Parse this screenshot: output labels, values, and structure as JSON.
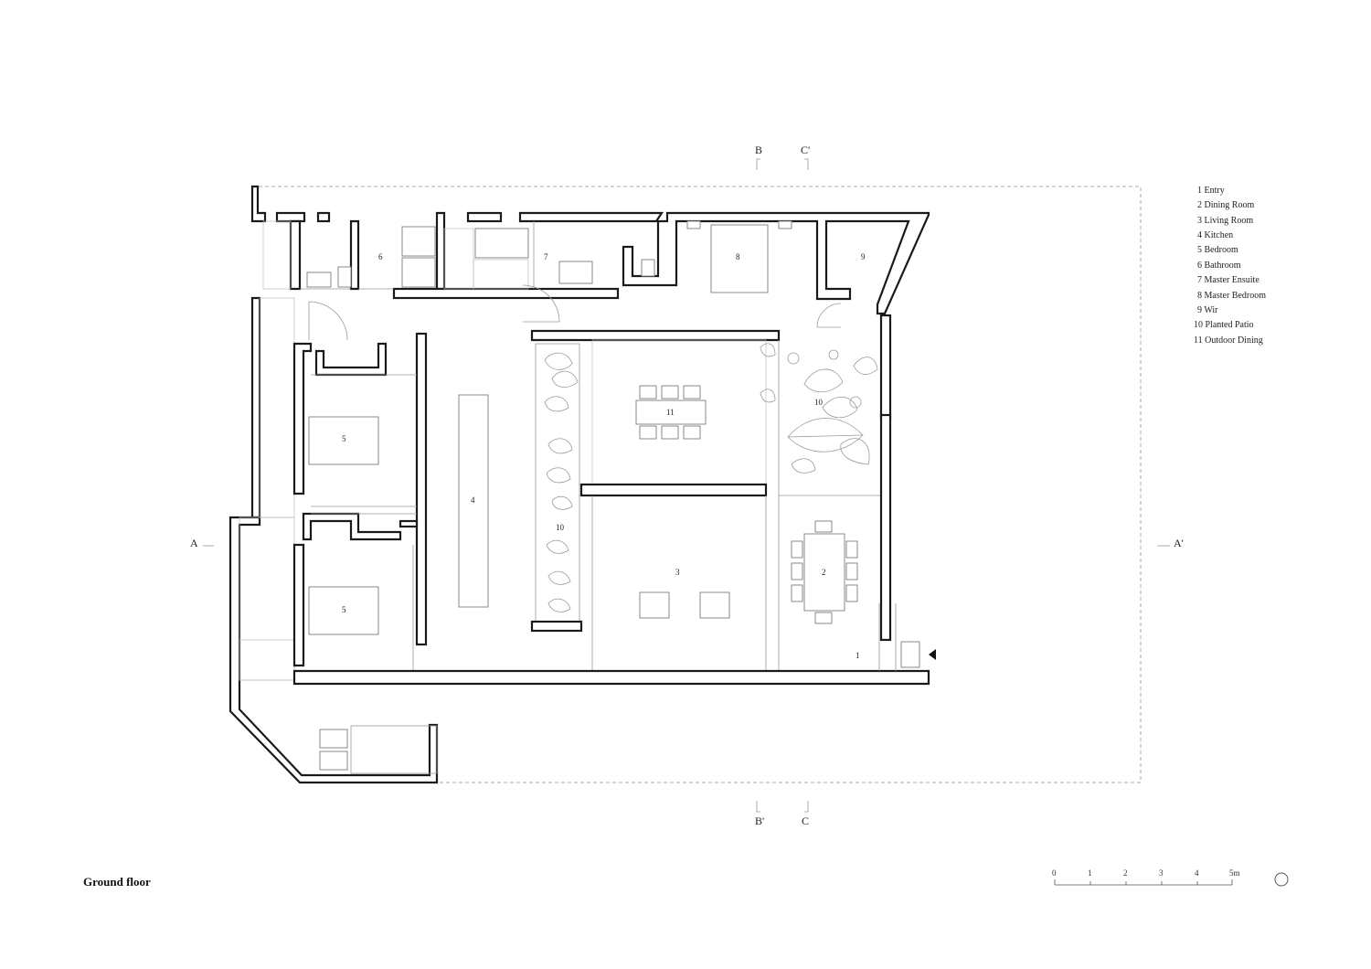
{
  "title": "Ground floor",
  "legend": [
    "1 Entry",
    "2 Dining Room",
    "3 Living Room",
    "4 Kitchen",
    "5 Bedroom",
    "6 Bathroom",
    "7 Master Ensuite",
    "8 Master Bedroom",
    "9 Wir",
    "10 Planted Patio",
    "11 Outdoor Dining"
  ],
  "rooms": {
    "entry": "1",
    "dining": "2",
    "living": "3",
    "kitchen": "4",
    "bedroom_a": "5",
    "bedroom_b": "5",
    "bathroom": "6",
    "ensuite": "7",
    "master_bedroom": "8",
    "wir": "9",
    "patio_a": "10",
    "patio_b": "10",
    "outdoor_dining": "11"
  },
  "sections": {
    "a": "A",
    "a_prime": "A'",
    "b": "B",
    "b_prime": "B'",
    "c": "C",
    "c_prime": "C'"
  },
  "scale": {
    "ticks": [
      "0",
      "1",
      "2",
      "3",
      "4",
      "5m"
    ]
  }
}
